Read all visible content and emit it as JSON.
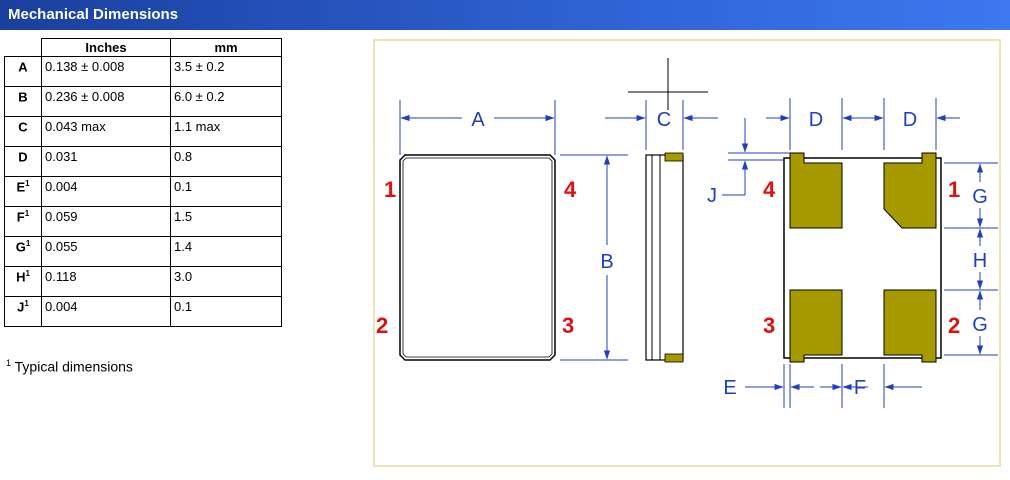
{
  "header": {
    "title": "Mechanical Dimensions"
  },
  "table": {
    "columns": [
      "",
      "Inches",
      "mm"
    ],
    "rows": [
      {
        "label": "A",
        "sup": "",
        "inches": "0.138 ± 0.008",
        "mm": "3.5 ± 0.2"
      },
      {
        "label": "B",
        "sup": "",
        "inches": "0.236 ± 0.008",
        "mm": "6.0 ± 0.2"
      },
      {
        "label": "C",
        "sup": "",
        "inches": "0.043 max",
        "mm": "1.1 max"
      },
      {
        "label": "D",
        "sup": "",
        "inches": "0.031",
        "mm": "0.8"
      },
      {
        "label": "E",
        "sup": "1",
        "inches": "0.004",
        "mm": "0.1"
      },
      {
        "label": "F",
        "sup": "1",
        "inches": "0.059",
        "mm": "1.5"
      },
      {
        "label": "G",
        "sup": "1",
        "inches": "0.055",
        "mm": "1.4"
      },
      {
        "label": "H",
        "sup": "1",
        "inches": "0.118",
        "mm": "3.0"
      },
      {
        "label": "J",
        "sup": "1",
        "inches": "0.004",
        "mm": "0.1"
      }
    ]
  },
  "footnote": {
    "marker": "1",
    "text": "Typical dimensions"
  },
  "drawing": {
    "dimension_labels": {
      "a": "A",
      "b": "B",
      "c": "C",
      "d": "D",
      "e": "E",
      "f": "F",
      "g": "G",
      "h": "H",
      "j": "J"
    },
    "pin_labels": {
      "p1": "1",
      "p2": "2",
      "p3": "3",
      "p4": "4"
    },
    "colors": {
      "pad": "#a69a00",
      "dimension": "#1f3fbf",
      "pin": "#e01010",
      "frame": "#e6dca0",
      "header": "#2f63d4"
    }
  }
}
